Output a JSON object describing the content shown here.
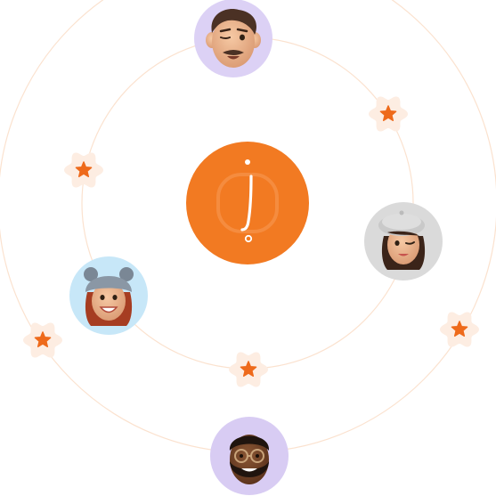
{
  "theme": {
    "accent": "#F27A22",
    "orbit_color": "#FBE2CF",
    "badge_fill": "#FDEDE2",
    "star_color": "#EE6A1B"
  },
  "logo": {
    "icon": "brand-logo-icon",
    "background": "#F27A22"
  },
  "avatars": [
    {
      "id": "winking-man",
      "icon": "memoji-winking-man-icon",
      "background": "#DCD1F5"
    },
    {
      "id": "woman-beret",
      "icon": "memoji-woman-beret-icon",
      "background": "#DADADA"
    },
    {
      "id": "girl-bear-hat",
      "icon": "memoji-girl-bear-hat-icon",
      "background": "#C7E7F8"
    },
    {
      "id": "bearded-man-glasses",
      "icon": "memoji-bearded-man-glasses-icon",
      "background": "#D8CCF3"
    }
  ],
  "badges": [
    {
      "icon": "star-badge-icon"
    },
    {
      "icon": "star-badge-icon"
    },
    {
      "icon": "star-badge-icon"
    },
    {
      "icon": "star-badge-icon"
    },
    {
      "icon": "star-badge-icon"
    }
  ]
}
